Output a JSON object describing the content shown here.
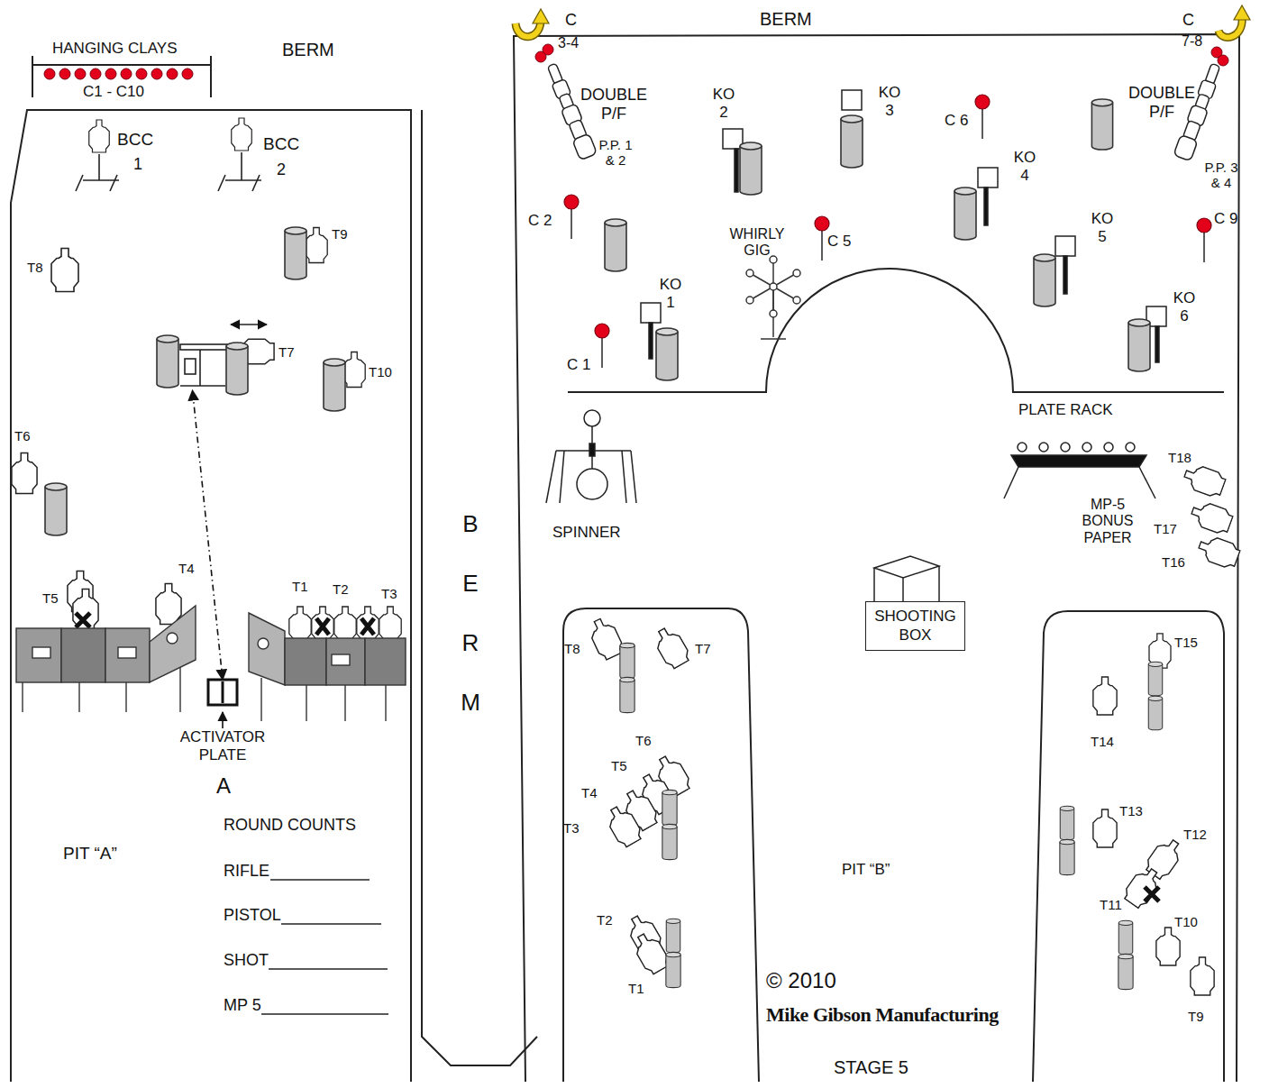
{
  "diagram": {
    "nodes": [
      {
        "text": [
          "SHOOTING BOX"
        ]
      },
      {
        "text": [
          "ACTIVATOR PLATE"
        ]
      },
      {
        "text": [
          "T7"
        ]
      }
    ],
    "edges": [
      {
        "from": 1,
        "to": 2,
        "arrow": "both"
      }
    ],
    "labels": [
      "HANGING CLAYS",
      "C1 - C10",
      "BERM",
      "BCC",
      "1",
      "BCC",
      "2",
      "T9",
      "T8",
      "T10",
      "T6",
      "T5",
      "T4",
      "T1",
      "T2",
      "T3",
      "A",
      "PIT “A”",
      "ROUND COUNTS",
      "RIFLE",
      "PISTOL",
      "SHOT",
      "MP 5",
      "BERM",
      "C",
      "3-4",
      "BERM",
      "C",
      "7-8",
      "DOUBLE P/F",
      "P.P. 1 & 2",
      "KO 2",
      "KO 3",
      "C 6",
      "KO 4",
      "DOUBLE P/F",
      "P.P. 3 & 4",
      "C 2",
      "WHIRLY GIG",
      "C 5",
      "KO 5",
      "C 9",
      "KO 1",
      "KO 6",
      "C 1",
      "PLATE RACK",
      "T18",
      "T17",
      "T16",
      "MP-5 BONUS PAPER",
      "SPINNER",
      "T8",
      "T7",
      "T6",
      "T5",
      "T4",
      "T3",
      "T2",
      "T1",
      "T15",
      "T14",
      "T13",
      "T12",
      "T11",
      "T10",
      "T9",
      "PIT “B”",
      "© 2010",
      "Mike Gibson Manufacturing",
      "STAGE 5"
    ]
  }
}
